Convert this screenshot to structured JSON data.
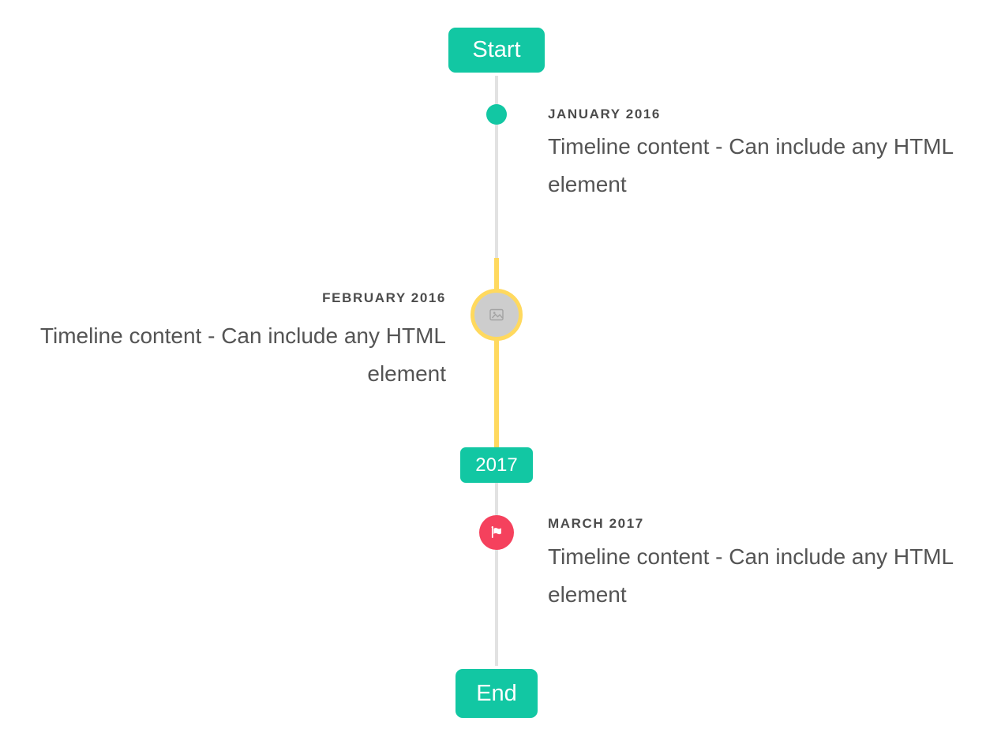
{
  "timeline": {
    "start_label": "Start",
    "end_label": "End",
    "year_badge": "2017",
    "entries": [
      {
        "title": "JANUARY 2016",
        "content": "Timeline content - Can include any HTML element",
        "side": "right",
        "marker": "teal-dot"
      },
      {
        "title": "FEBRUARY 2016",
        "content": "Timeline content - Can include any HTML element",
        "side": "left",
        "marker": "avatar-broken-image-highlighted"
      },
      {
        "title": "MARCH 2017",
        "content": "Timeline content - Can include any HTML element",
        "side": "right",
        "marker": "flag"
      }
    ],
    "colors": {
      "accent": "#12c7a3",
      "highlight": "#ffd95e",
      "flag": "#f5415d",
      "line": "#e2e2e2",
      "avatar_fill": "#cdcdcd",
      "heading_text": "#4c4c4c",
      "content_text": "#545454"
    }
  }
}
